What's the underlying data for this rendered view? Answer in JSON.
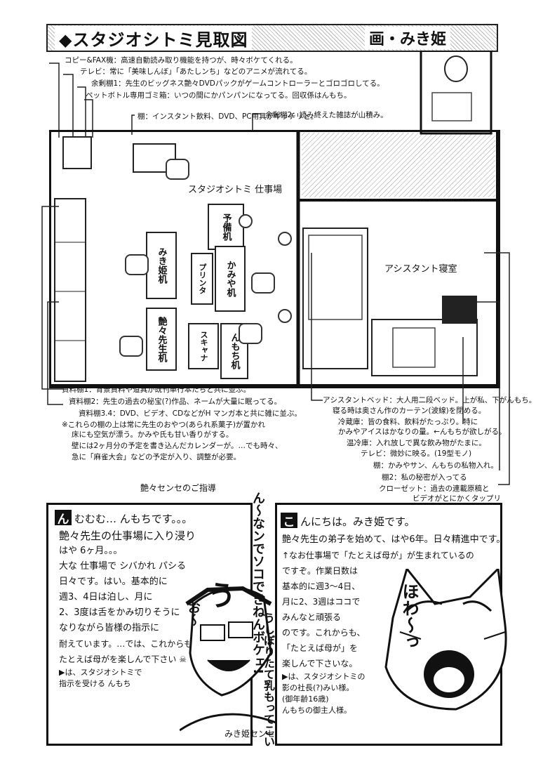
{
  "header": {
    "title": "◆スタジオシトミ見取図",
    "credit": "画・みき姫"
  },
  "floorplan": {
    "top_notes": [
      "コピー&FAX機：高速自動読み取り機能を持つが、時々ボケてくれる。",
      "テレビ：常に「美味しんぼ」「あたしンち」などのアニメが流れてる。",
      "余剰棚1：先生のビッグネス艶々DVDパックがゲームコントローラーとゴロゴロしてる。",
      "ペットボトル専用ゴミ箱：いつの間にかパンパンになってる。回収係はんもち。",
      "棚：インスタント飲料、DVD、PC用具がギッチリと。",
      "余剰棚2：読み終えた雑誌が山積み。"
    ],
    "studio_label": "スタジオシトミ 仕事場",
    "assistant_room_label": "アシスタント寝室",
    "desks": {
      "spare": "予備机",
      "miki": "みき姫机",
      "printer": "プリンタ",
      "kamiya": "かみや机",
      "tsuya": "艶々先生机",
      "scanner": "スキャナ",
      "nmochi": "んもち机"
    },
    "bottom_left_notes": [
      "資料棚1：背景資料や道具が既刊単行本たちと共に並ぶ。",
      "資料棚2：先生の過去の秘宝(?)作品、ネームが大量に眠ってる。",
      "資料棚3.4：DVD、ビデオ、CDなどがH マンガ本と共に雑に並ぶ。",
      "※これらの棚の上は常に先生のおやつ(あられ系菓子)が置かれ",
      "床にも空気が漂う。かみや氏も甘い香りがする。",
      "壁には2ヶ月分の予定を書き込んだカレンダーが。…でも時々、",
      "急に「麻雀大会」などの予定が入り、調整が必要。"
    ],
    "bottom_right_notes": [
      "アシスタントベッド：大人用二段ベッド。上が私、下がんもち。",
      "寝る時は奥さん作のカーテン(波線)を閉める。",
      "冷蔵庫：皆の食料、飲料がたっぷり。特に",
      "かみやアイスはかなりの量。←んもちが欲しがる。",
      "温冷庫：入れ放しで異な飲み物がたまに。",
      "テレビ：微妙に映る。(19型モノ)",
      "棚：かみやサン、んもちの私物入れ。",
      "棚2：私の秘密が入ってる",
      "クローゼット：過去の連載原稿と",
      "ビデオがとにかくタップリ"
    ]
  },
  "nmochi_panel": {
    "initial": "ん",
    "lines": [
      "むむむ… んもちです。。。",
      "艶々先生の仕事場に入り浸り",
      "はや 6ヶ月。。。",
      "大な 仕事場で シバかれ パシる",
      "日々です。はい。基本的に",
      "週3、4日は泊し、月に",
      "2、3度は舌をかみ切りそうに",
      "なりながら皆様の指示に",
      "耐えています。…では、これからも",
      "たとえば母がを楽しんで下さい ☠",
      "▶は、スタジオシトミで",
      "指示を受ける んもち"
    ]
  },
  "miki_panel": {
    "initial": "こ",
    "lines": [
      "んにちは。みき姫です。",
      "艶々先生の弟子を始めて、はや6年。日々精進中です。",
      "↑なお仕事場で「たとえば母が」が生まれているの",
      "ですぞ。作業日数は",
      "基本的に週3～4日、",
      "月に2、3週はココで",
      "みんなと頑張る",
      "のです。これからも、",
      "「たとえば母が」を",
      "楽しんで下さいな。",
      "▶は、スタジオシトミの",
      "影の社長(?)みい様。",
      "(御年齢16歳)",
      "んもちの御主人様。"
    ]
  },
  "manga": {
    "caption_top": "艶々センセのご指導",
    "shout_1": "ん～なンでソコできねんボケェ!",
    "shout_2": "う",
    "shout_3": "お～",
    "shout_4": "うしぼりたて乳もってこい",
    "cat_sound": "ほわ～っ",
    "caption_bottom": "みき姫センセの指示"
  }
}
